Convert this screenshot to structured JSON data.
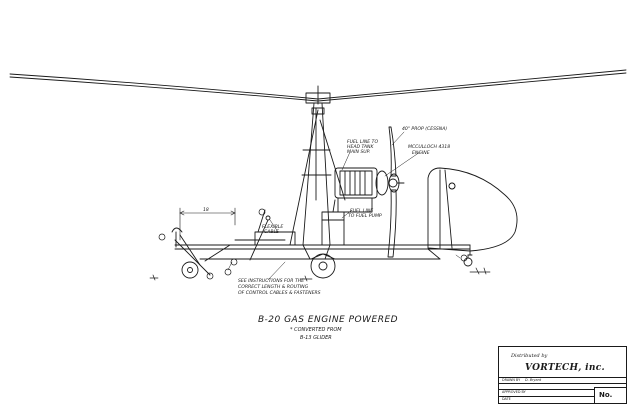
{
  "drawing": {
    "title": "B-20  GAS ENGINE POWERED",
    "subtitle_1": "* CONVERTED FROM",
    "subtitle_2": "B-13 GLIDER"
  },
  "callouts": {
    "prop": "40\" PROP (CESSNA)",
    "fuel_line": "FUEL LINE TO",
    "fuel_line_2": "HEAD TANK",
    "fuel_line_3": "MAIN SUP.",
    "engine": "MCCULLOCH 4318",
    "engine_2": "ENGINE",
    "flexible_cable": "FLEXIBLE",
    "flexible_cable_2": "CABLE",
    "fuel_line_pump": "FUEL LINE",
    "fuel_line_pump_2": "TO FUEL PUMP",
    "dimension": "18",
    "instructions_1": "SEE INSTRUCTIONS FOR THE",
    "instructions_2": "CORRECT LENGTH & ROUTING",
    "instructions_3": "OF CONTROL CABLES & FASTENERS"
  },
  "title_block": {
    "distributed_by": "Distributed by",
    "company": "VORTECH, inc.",
    "drawn_by": "DRAWN BY",
    "drawn_by_value": "D. Bryant",
    "approved_by": "APPROVED BY",
    "date": "DATE",
    "number_label": "No."
  }
}
